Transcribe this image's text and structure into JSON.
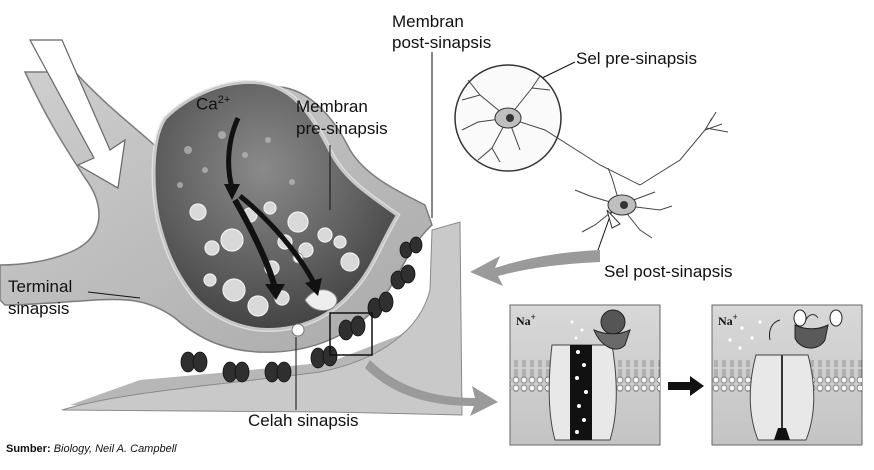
{
  "labels": {
    "calcium": "Ca",
    "calcium_charge": "2+",
    "membrane_post_line1": "Membran",
    "membrane_post_line2": "post-sinapsis",
    "membrane_pre_line1": "Membran",
    "membrane_pre_line2": "pre-sinapsis",
    "cell_pre": "Sel pre-sinapsis",
    "cell_post": "Sel post-sinapsis",
    "terminal_line1": "Terminal",
    "terminal_line2": "sinapsis",
    "cleft": "Celah sinapsis",
    "sodium_left": "Na",
    "sodium_right": "Na",
    "sodium_charge": "+"
  },
  "source": {
    "prefix": "Sumber:",
    "book": "Biology,",
    "author": "Neil A. Campbell"
  }
}
